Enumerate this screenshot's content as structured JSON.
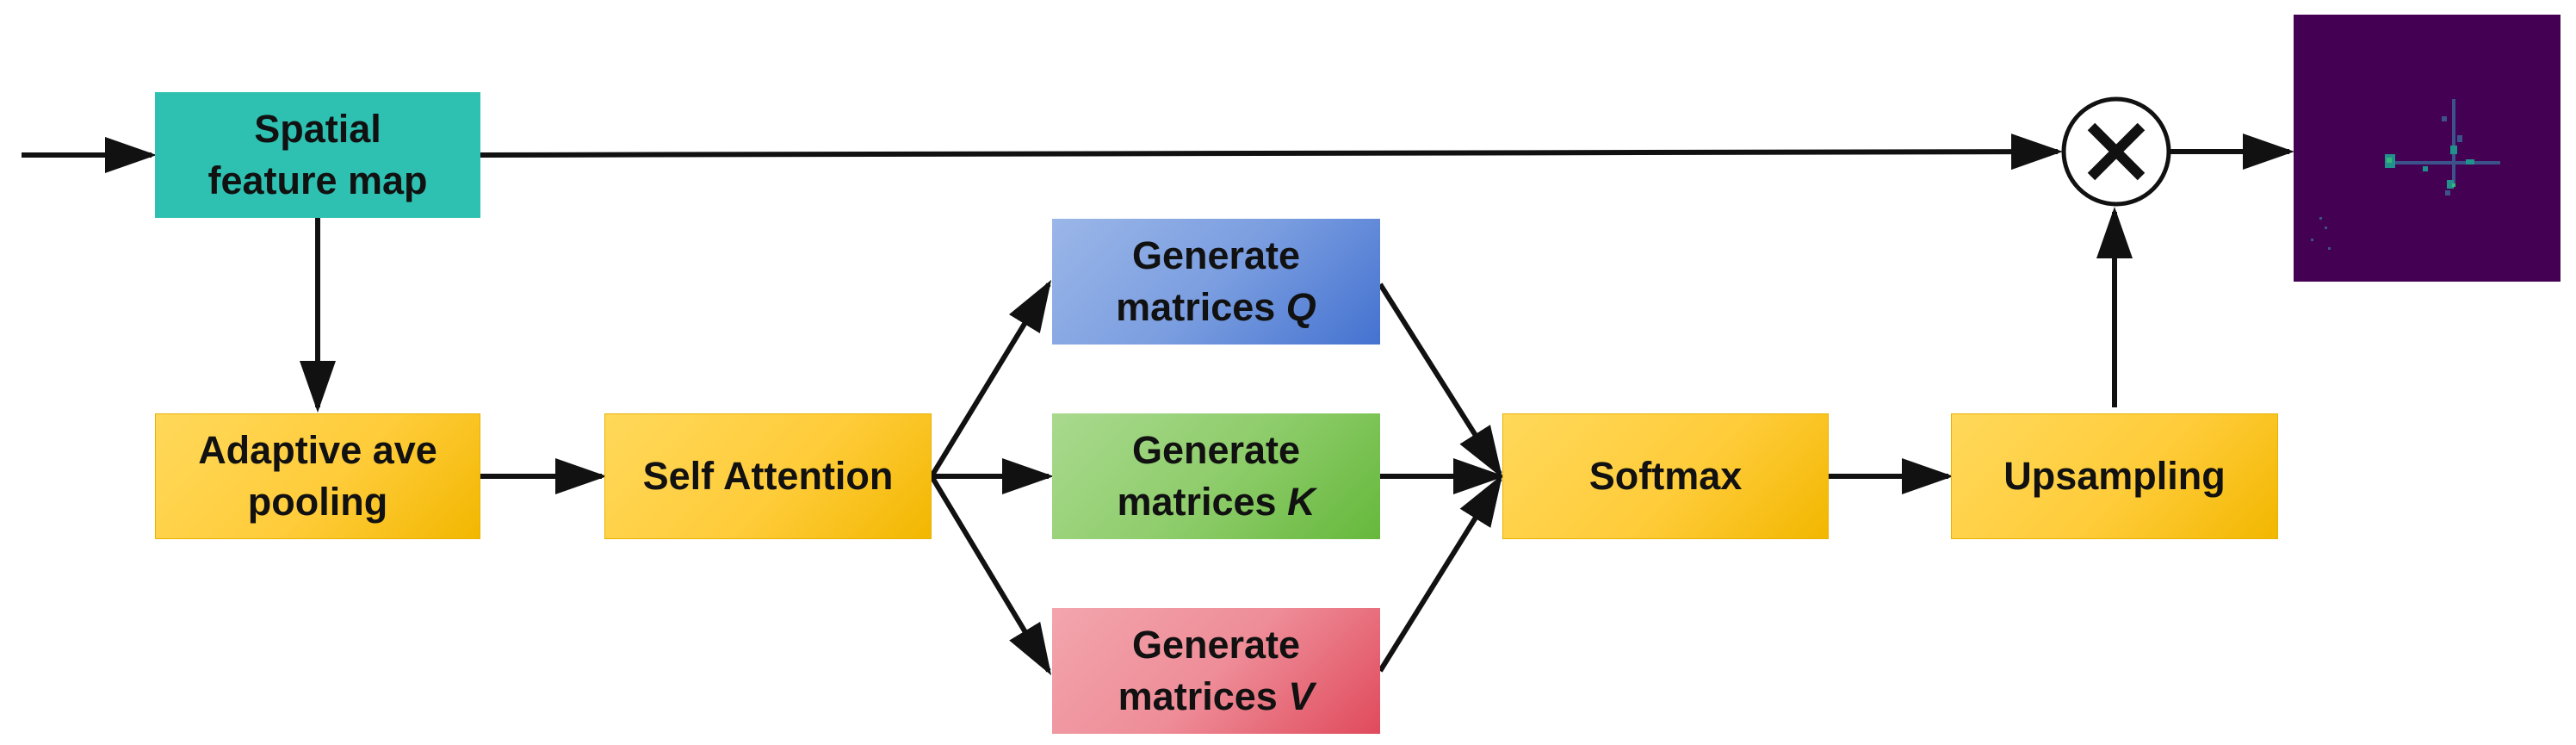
{
  "nodes": {
    "spatial": {
      "line1": "Spatial",
      "line2": "feature map"
    },
    "pooling": {
      "line1": "Adaptive ave",
      "line2": "pooling"
    },
    "attention": {
      "label": "Self Attention"
    },
    "q": {
      "line1": "Generate",
      "line2": "matrices ",
      "var": "Q"
    },
    "k": {
      "line1": "Generate",
      "line2": "matrices ",
      "var": "K"
    },
    "v": {
      "line1": "Generate",
      "line2": "matrices ",
      "var": "V"
    },
    "softmax": {
      "label": "Softmax"
    },
    "upsampling": {
      "label": "Upsampling"
    }
  },
  "multiply": {
    "symbol": "×"
  },
  "colors": {
    "teal": "#2ec1b2",
    "yellow": "#ffcc3a",
    "blue": "#7b9ee0",
    "green": "#8fcd6c",
    "red": "#ee8d98",
    "heatmap_bg": "#440154",
    "arrow": "#111111"
  },
  "icons": {
    "multiply": "multiply-circle-icon",
    "output": "attention-heatmap-image"
  }
}
